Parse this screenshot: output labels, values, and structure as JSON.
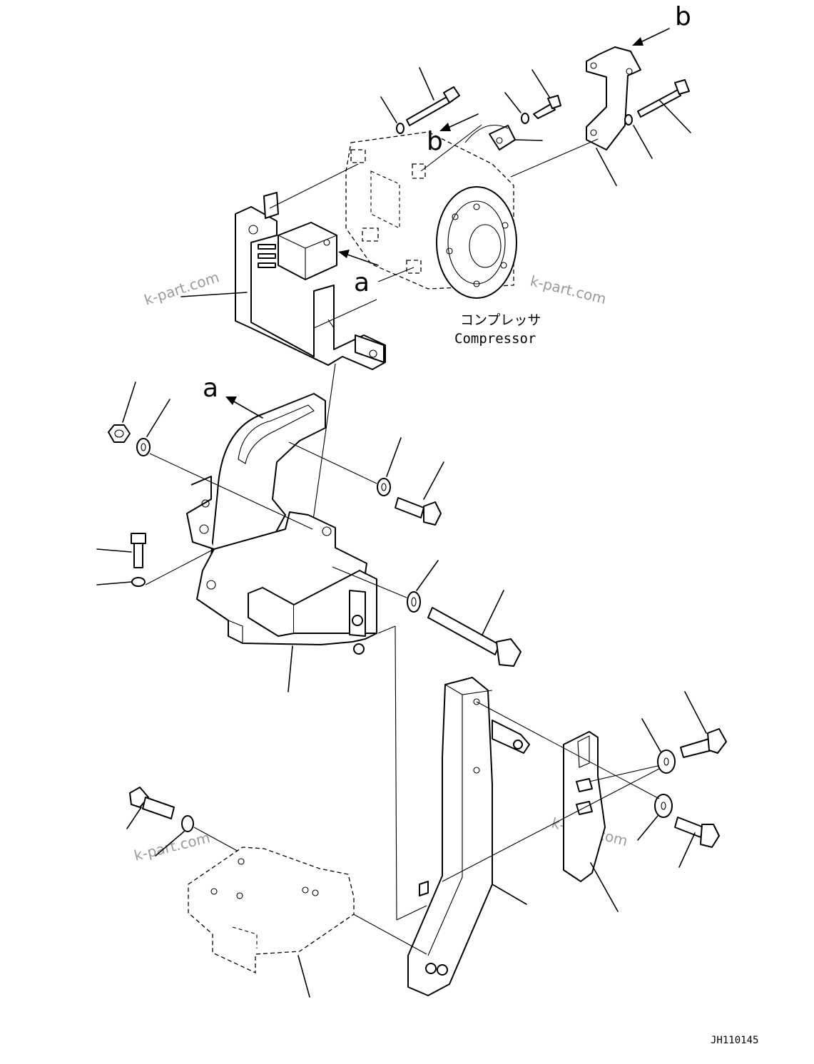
{
  "diagram": {
    "compressor_label_jp": "コンプレッサ",
    "compressor_label_en": "Compressor",
    "view_arrow_a": "a",
    "view_arrow_b": "b",
    "drawing_code": "JH110145",
    "watermark": "k-part.com"
  }
}
